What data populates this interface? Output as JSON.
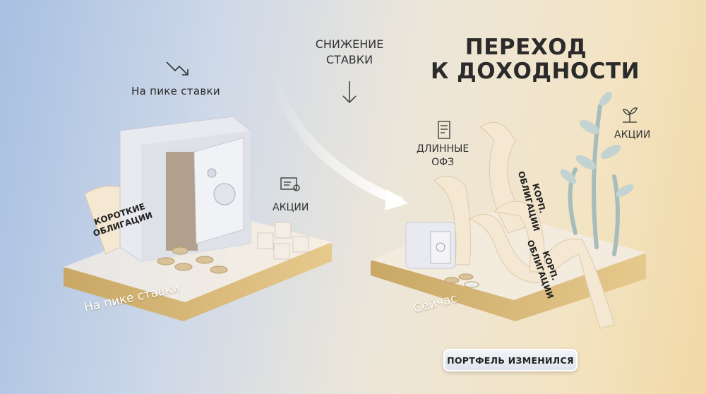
{
  "header": {
    "rate_drop_label": "Снижение ставки",
    "title_line1": "Переход",
    "title_line2": "к доходности"
  },
  "left_scene": {
    "top_label": "На пике ставки",
    "scroll_label_line1": "Короткие",
    "scroll_label_line2": "облигации",
    "stocks_label": "Акции",
    "platform_label": "На пике ставки"
  },
  "right_scene": {
    "long_bonds_line1": "Длинные",
    "long_bonds_line2": "ОФЗ",
    "stocks_label": "Акции",
    "corp_bonds_1_line1": "Корп.",
    "corp_bonds_1_line2": "облигации",
    "corp_bonds_2_line1": "Корп.",
    "corp_bonds_2_line2": "облигации",
    "platform_label": "Сейчас"
  },
  "footer": {
    "badge_label": "Портфель изменился"
  },
  "colors": {
    "platform_gold": "#d9b878",
    "paper": "#f5e8d2",
    "safe": "#e9eaf0",
    "leaf": "#b7c9c8"
  },
  "icons": [
    "trend-down-icon",
    "arrow-down-icon",
    "certificate-icon",
    "document-icon",
    "sprout-icon",
    "curved-arrow-icon"
  ]
}
